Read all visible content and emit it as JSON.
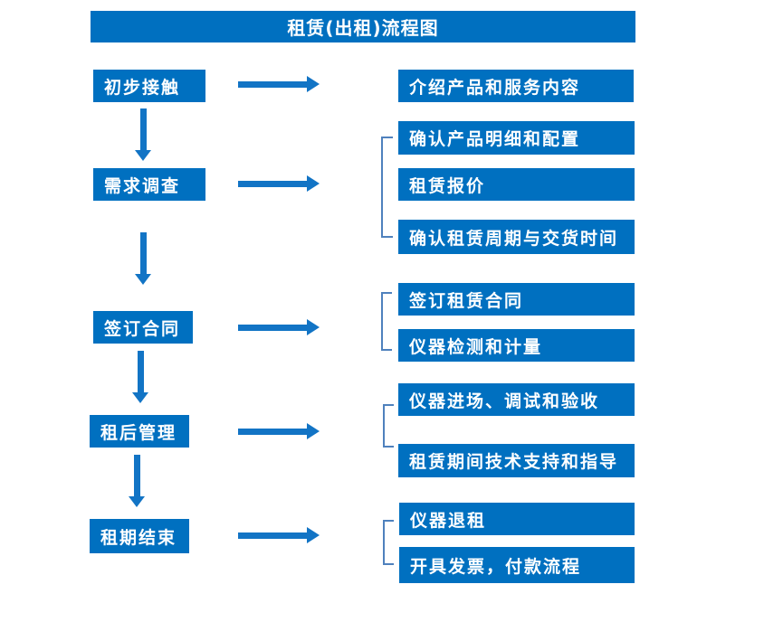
{
  "title": "租赁(出租)流程图",
  "colors": {
    "primary": "#0070C0",
    "arrow": "#1274C5",
    "bracket": "#4f81bd",
    "background": "#ffffff",
    "text": "#ffffff"
  },
  "steps": [
    {
      "label": "初步接触",
      "details": [
        "介绍产品和服务内容"
      ]
    },
    {
      "label": "需求调查",
      "details": [
        "确认产品明细和配置",
        "租赁报价",
        "确认租赁周期与交货时间"
      ]
    },
    {
      "label": "签订合同",
      "details": [
        "签订租赁合同",
        "仪器检测和计量"
      ]
    },
    {
      "label": "租后管理",
      "details": [
        "仪器进场、调试和验收",
        "租赁期间技术支持和指导"
      ]
    },
    {
      "label": "租期结束",
      "details": [
        "仪器退租",
        "开具发票，付款流程"
      ]
    }
  ]
}
